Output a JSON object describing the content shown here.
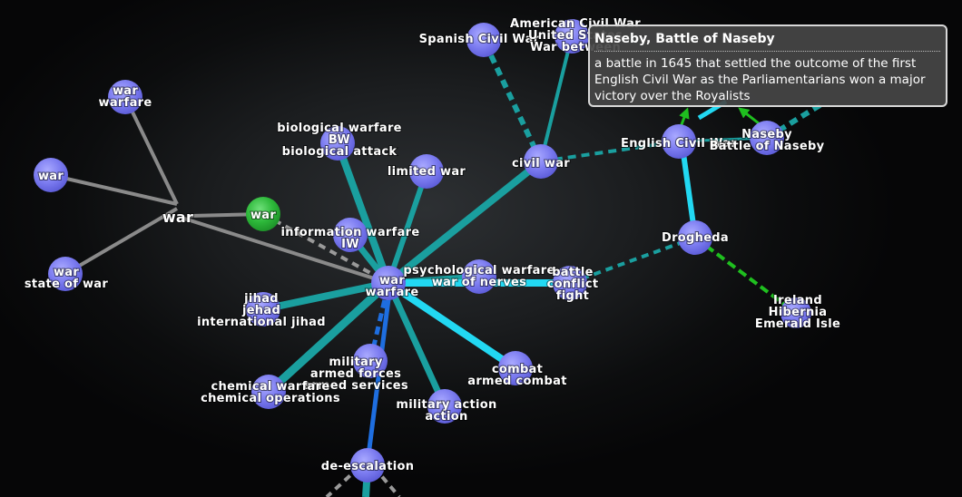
{
  "colors": {
    "node": "#7b7bf0",
    "node_selected": "#2db83a",
    "edge_gray": "#8a8a8a",
    "edge_teal": "#1a9f9f",
    "edge_cyan": "#22d8f2",
    "edge_blue": "#1e6ee0",
    "edge_green": "#1fbf1f",
    "tooltip_bg": "#464646",
    "tooltip_border": "#d8d8d8"
  },
  "nodes": [
    {
      "id": "war_hub",
      "lines": [
        "war"
      ],
      "big": true,
      "circle": false
    },
    {
      "id": "war_warfare_top",
      "lines": [
        "war",
        "warfare"
      ]
    },
    {
      "id": "war_left",
      "lines": [
        "war"
      ]
    },
    {
      "id": "war_state",
      "lines": [
        "war",
        "state of war"
      ]
    },
    {
      "id": "war_selected",
      "lines": [
        "war"
      ],
      "selected": true
    },
    {
      "id": "war_warfare_center",
      "lines": [
        "war",
        "warfare"
      ]
    },
    {
      "id": "bio_warfare",
      "lines": [
        "biological warfare",
        "BW",
        "biological attack"
      ]
    },
    {
      "id": "limited_war",
      "lines": [
        "limited war"
      ]
    },
    {
      "id": "info_warfare",
      "lines": [
        "information warfare",
        "IW"
      ]
    },
    {
      "id": "jihad",
      "lines": [
        "jihad",
        "jehad",
        "international jihad"
      ]
    },
    {
      "id": "psych_warfare",
      "lines": [
        "psychological warfare",
        "war of nerves"
      ]
    },
    {
      "id": "battle",
      "lines": [
        "battle",
        "conflict",
        "fight"
      ]
    },
    {
      "id": "military",
      "lines": [
        "military",
        "armed forces",
        "armed services"
      ]
    },
    {
      "id": "chem_warfare",
      "lines": [
        "chemical warfare",
        "chemical operations"
      ]
    },
    {
      "id": "military_action",
      "lines": [
        "military action",
        "action"
      ]
    },
    {
      "id": "combat",
      "lines": [
        "combat",
        "armed combat"
      ]
    },
    {
      "id": "de_escalation",
      "lines": [
        "de-escalation"
      ]
    },
    {
      "id": "civil_war",
      "lines": [
        "civil war"
      ]
    },
    {
      "id": "spanish_civil_war",
      "lines": [
        "Spanish Civil War"
      ]
    },
    {
      "id": "american_civil_war",
      "lines": [
        "American Civil War",
        "United States",
        "War between"
      ]
    },
    {
      "id": "english_civil_war",
      "lines": [
        "English Civil War"
      ]
    },
    {
      "id": "naseby",
      "lines": [
        "Naseby",
        "Battle of Naseby"
      ]
    },
    {
      "id": "drogheda",
      "lines": [
        "Drogheda"
      ]
    },
    {
      "id": "ireland",
      "lines": [
        "Ireland",
        "Hibernia",
        "Emerald Isle"
      ]
    }
  ],
  "tooltip": {
    "title": "Naseby, Battle of Naseby",
    "description": "a battle in 1645 that settled the outcome of the first English Civil War as the Parliamentarians won a major victory over the Royalists"
  }
}
